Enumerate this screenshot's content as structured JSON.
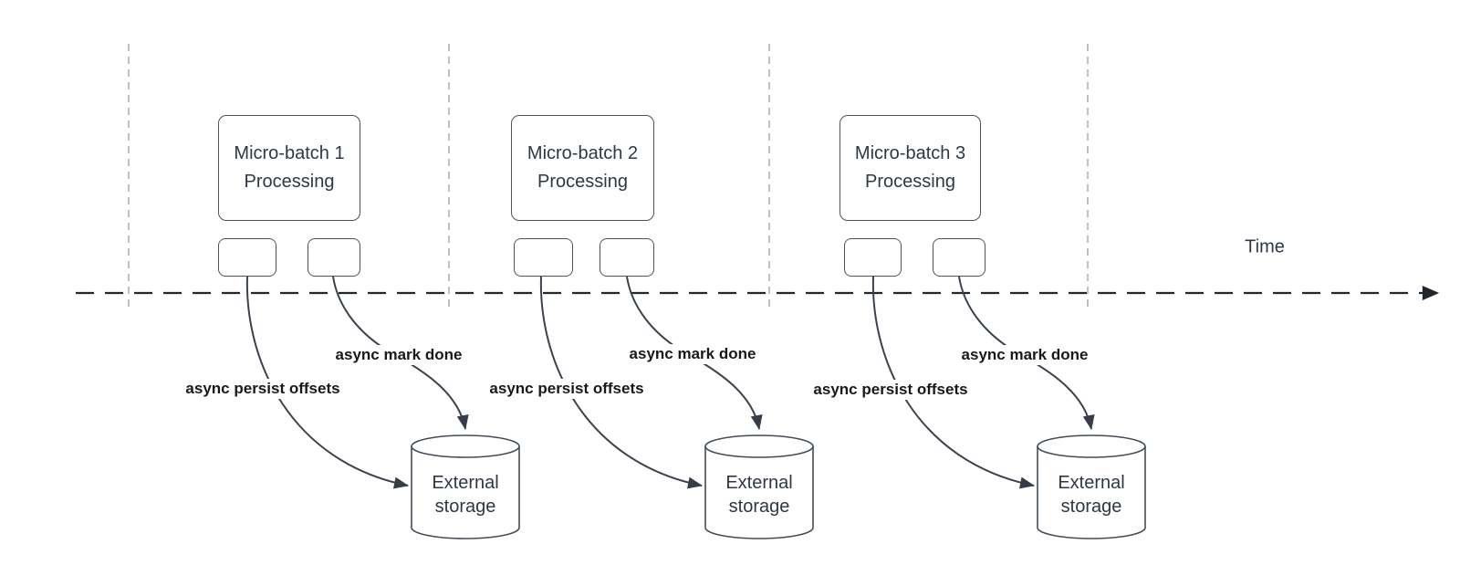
{
  "diagram": {
    "time_label": "Time",
    "groups": [
      {
        "process_label": "Micro-batch 1\nProcessing",
        "persist_label": "async persist offsets",
        "done_label": "async mark done",
        "storage_label": "External\nstorage"
      },
      {
        "process_label": "Micro-batch 2\nProcessing",
        "persist_label": "async persist offsets",
        "done_label": "async mark done",
        "storage_label": "External\nstorage"
      },
      {
        "process_label": "Micro-batch 3\nProcessing",
        "persist_label": "async persist offsets",
        "done_label": "async mark done",
        "storage_label": "External\nstorage"
      }
    ],
    "colors": {
      "shape_stroke": "#424c57",
      "timeline_stroke": "#20262c",
      "guide_stroke": "#a9abad",
      "label_text": "#17191c",
      "node_text": "#2e3844",
      "background": "#ffffff"
    }
  }
}
